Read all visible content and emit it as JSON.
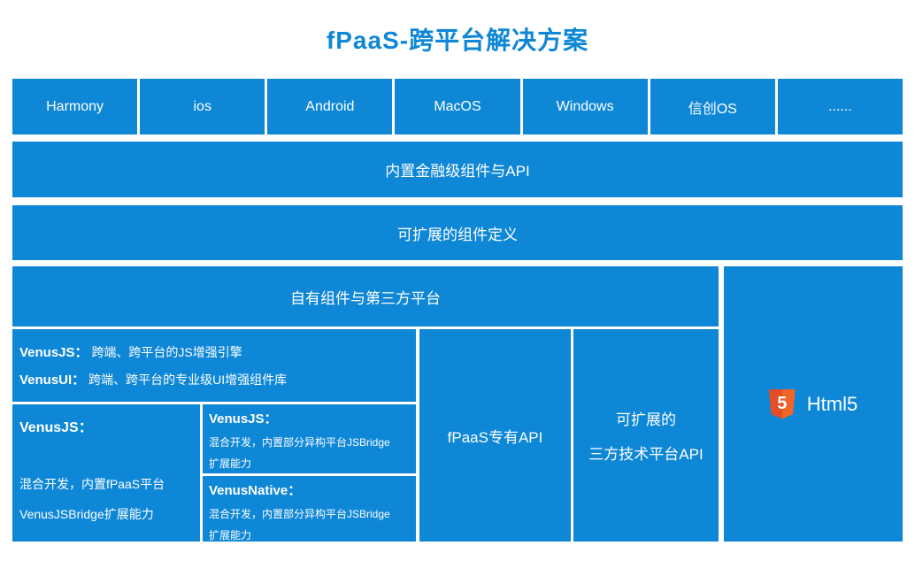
{
  "title": "fPaaS-跨平台解决方案",
  "colors": {
    "primary_blue": "#0e87d7",
    "html5_shield": "#e44d26",
    "html5_shield_light": "#f16529",
    "text": "#ffffff"
  },
  "platforms": [
    "Harmony",
    "ios",
    "Android",
    "MacOS",
    "Windows",
    "信创OS",
    "......"
  ],
  "layer_builtin": {
    "label": "内置金融级组件与API"
  },
  "layer_extensible": {
    "label": "可扩展的组件定义"
  },
  "layer_own": {
    "label": "自有组件与第三方平台"
  },
  "venus_engine": {
    "row1_label": "VenusJS：",
    "row1_text": "跨端、跨平台的JS增强引擎",
    "row2_label": "VenusUI：",
    "row2_text": "跨端、跨平台的专业级UI增强组件库"
  },
  "venus_fpaas_bridge": {
    "label": "VenusJS：",
    "line1": "混合开发，内置fPaaS平台",
    "line2": "VenusJSBridge扩展能力"
  },
  "venus_js_bridge": {
    "label": "VenusJS：",
    "line1": "混合开发，内置部分异构平台JSBridge",
    "line2": "扩展能力"
  },
  "venus_native_bridge": {
    "label": "VenusNative：",
    "line1": "混合开发，内置部分异构平台JSBridge",
    "line2": "扩展能力"
  },
  "fpaas_api": {
    "label": "fPaaS专有API"
  },
  "third_party_api": {
    "line1": "可扩展的",
    "line2": "三方技术平台API"
  },
  "html5": {
    "label": "Html5",
    "icon_digit": "5"
  }
}
